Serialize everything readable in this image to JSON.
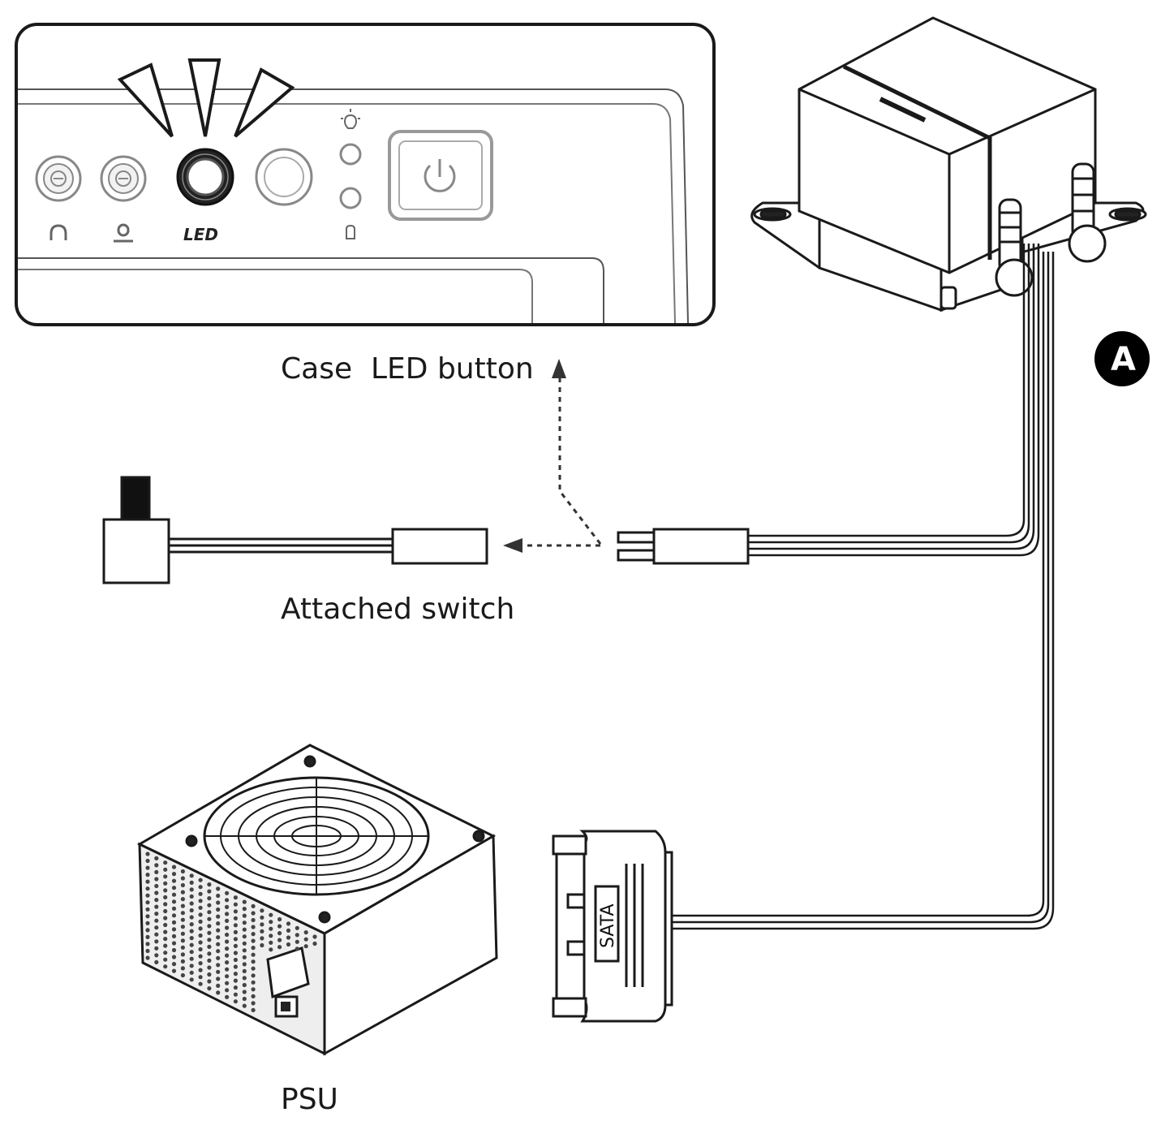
{
  "labels": {
    "case_led_button": "Case  LED button",
    "attached_switch": "Attached switch",
    "psu": "PSU",
    "badge": "A",
    "led_marking": "LED",
    "sata_marking": "SATA"
  },
  "colors": {
    "line": "#1a1a1a",
    "badge_fill": "#000000",
    "background": "#ffffff"
  },
  "icons": [
    "headphone-icon",
    "microphone-icon",
    "power-icon",
    "light-icon",
    "hdd-icon"
  ]
}
